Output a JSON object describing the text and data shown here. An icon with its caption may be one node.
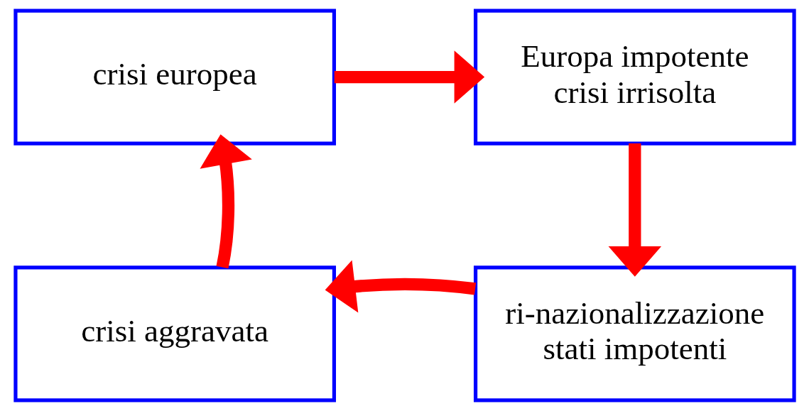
{
  "diagram": {
    "nodes": [
      {
        "text": [
          "crisi europea"
        ]
      },
      {
        "text": [
          "Europa impotente crisi irrisolta"
        ]
      },
      {
        "text": [
          "ri-nazionalizzazione stati impotenti"
        ]
      },
      {
        "text": [
          "crisi aggravata"
        ]
      }
    ],
    "edges": [
      {
        "from": 0,
        "to": 1,
        "arrow": "to"
      },
      {
        "from": 1,
        "to": 2,
        "arrow": "to"
      },
      {
        "from": 2,
        "to": 3,
        "arrow": "to"
      },
      {
        "from": 3,
        "to": 0,
        "arrow": "to"
      }
    ]
  }
}
